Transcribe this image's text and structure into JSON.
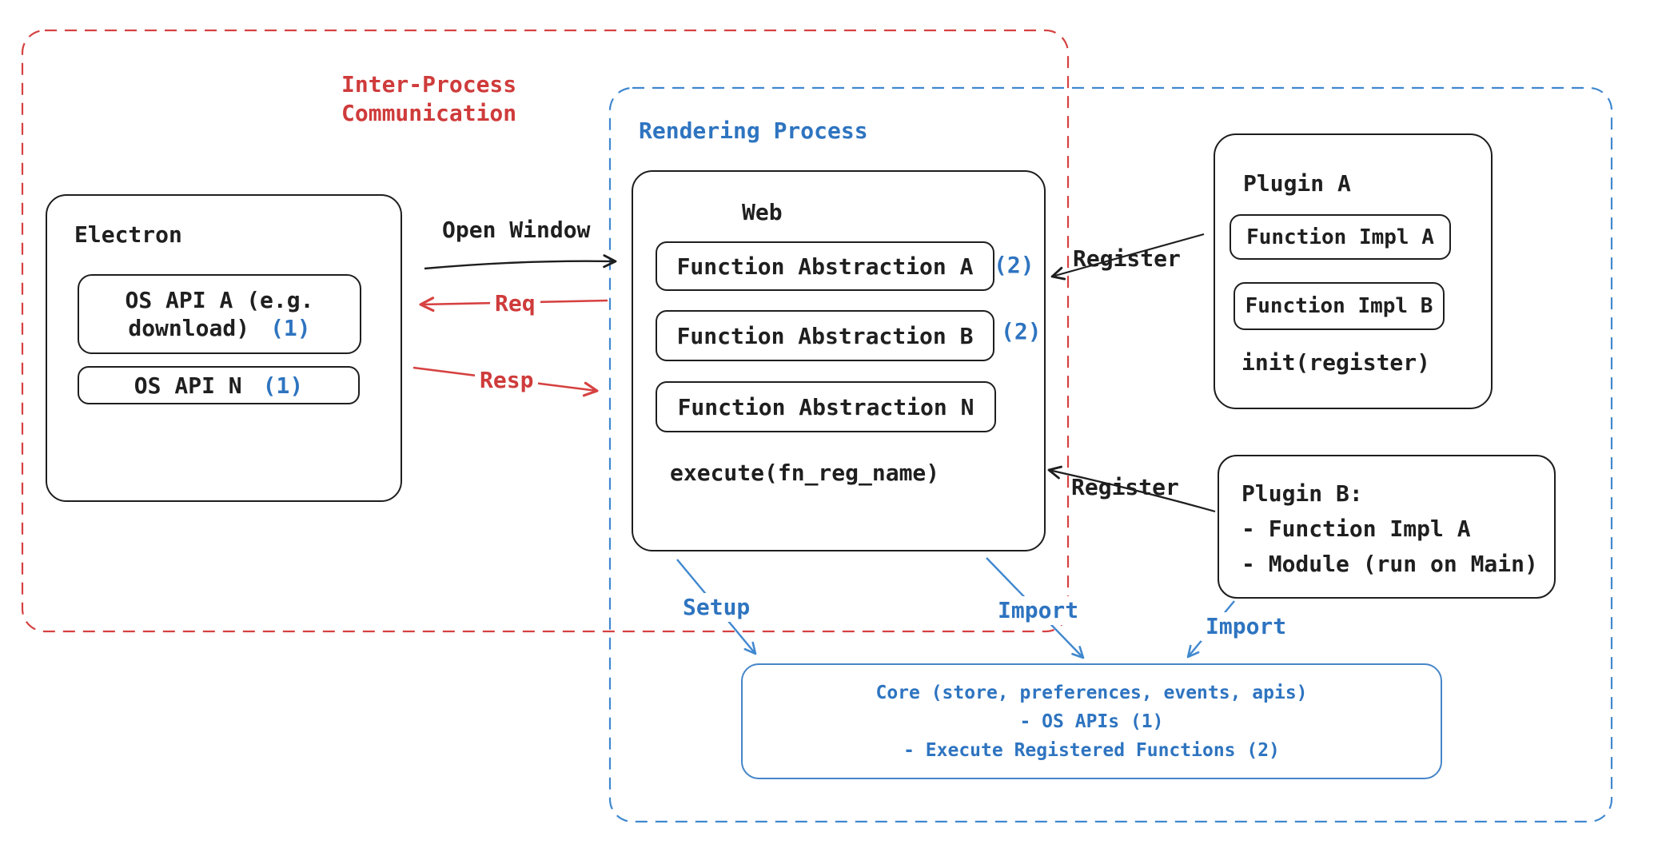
{
  "colors": {
    "stroke_black": "#1e1e1e",
    "red_stroke": "#d64141",
    "red_text": "#cf3b3b",
    "blue_text": "#2e74c0",
    "blue_border": "#4585c8",
    "background": "#ffffff"
  },
  "ipc_group": {
    "label_line1": "Inter-Process",
    "label_line2": "Communication"
  },
  "rendering_group": {
    "label": "Rendering Process"
  },
  "electron": {
    "title": "Electron",
    "os_api_a_line1": "OS API A (e.g.",
    "os_api_a_line2": "download)",
    "os_api_a_badge": "(1)",
    "os_api_n_label": "OS API N",
    "os_api_n_badge": "(1)"
  },
  "web": {
    "title": "Web",
    "items": [
      {
        "label": "Function Abstraction A",
        "badge": "(2)"
      },
      {
        "label": "Function Abstraction B",
        "badge": "(2)"
      },
      {
        "label": "Function Abstraction N",
        "badge": ""
      }
    ],
    "footer": "execute(fn_reg_name)"
  },
  "plugin_a": {
    "title": "Plugin A",
    "impl_a": "Function Impl A",
    "impl_b": "Function Impl B",
    "footer": "init(register)"
  },
  "plugin_b": {
    "line1": "Plugin B:",
    "line2": "- Function Impl A",
    "line3": "- Module (run on Main)"
  },
  "core": {
    "line1": "Core (store, preferences, events, apis)",
    "line2": "- OS APIs (1)",
    "line3": "- Execute Registered Functions (2)"
  },
  "arrows": {
    "open_window": "Open Window",
    "req": "Req",
    "resp": "Resp",
    "register_plugin_a": "Register",
    "register_plugin_b": "Register",
    "setup": "Setup",
    "import_core": "Import",
    "import_plugin_b": "Import"
  }
}
